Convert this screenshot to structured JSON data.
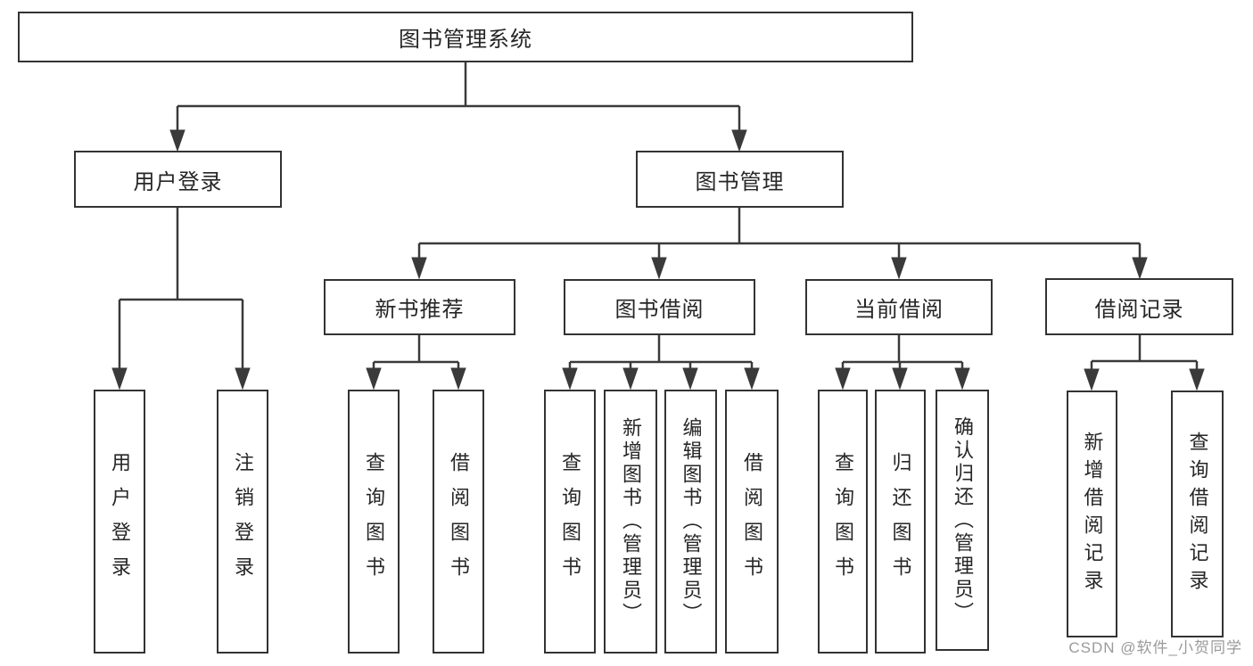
{
  "tree": {
    "root": "图书管理系统",
    "children": [
      {
        "label": "用户登录",
        "children": [
          {
            "label": "用户登录"
          },
          {
            "label": "注销登录"
          }
        ]
      },
      {
        "label": "图书管理",
        "children": [
          {
            "label": "新书推荐",
            "children": [
              {
                "label": "查询图书"
              },
              {
                "label": "借阅图书"
              }
            ]
          },
          {
            "label": "图书借阅",
            "children": [
              {
                "label": "查询图书"
              },
              {
                "label": "新增图书（管理员）"
              },
              {
                "label": "编辑图书（管理员）"
              },
              {
                "label": "借阅图书"
              }
            ]
          },
          {
            "label": "当前借阅",
            "children": [
              {
                "label": "查询图书"
              },
              {
                "label": "归还图书"
              },
              {
                "label": "确认归还（管理员）"
              }
            ]
          },
          {
            "label": "借阅记录",
            "children": [
              {
                "label": "新增借阅记录"
              },
              {
                "label": "查询借阅记录"
              }
            ]
          }
        ]
      }
    ]
  },
  "watermark": "CSDN @软件_小贺同学",
  "colors": {
    "line": "#3a3a3a",
    "box_border": "#333333",
    "box_fill": "#ffffff",
    "text": "#262626",
    "watermark": "#9a9a9a",
    "background": "#ffffff"
  }
}
